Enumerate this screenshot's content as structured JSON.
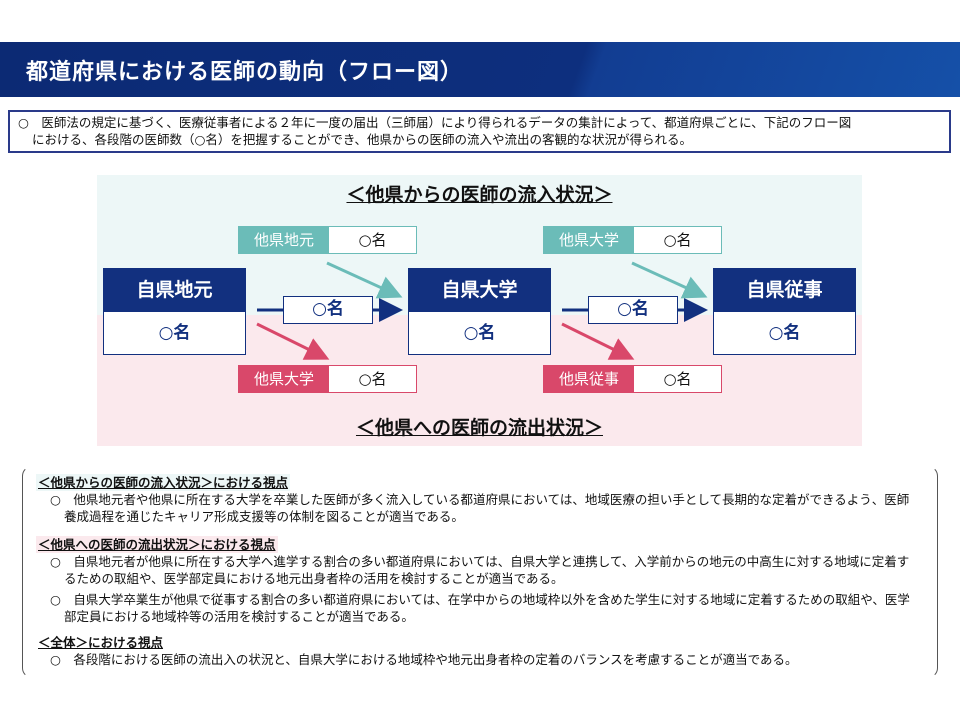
{
  "header": {
    "title": "都道府県における医師の動向（フロー図）"
  },
  "intro": {
    "line1": "○　医師法の規定に基づく、医療従事者による２年に一度の届出（三師届）により得られるデータの集計によって、都道府県ごとに、下記のフロー図",
    "line2": "における、各段階の医師数（○名）を把握することができ、他県からの医師の流入や流出の客観的な状況が得られる。"
  },
  "diagram": {
    "inflow_title": "＜他県からの医師の流入状況＞",
    "outflow_title": "＜他県への医師の流出状況＞",
    "nodes": [
      {
        "label": "自県地元",
        "value": "○名"
      },
      {
        "label": "自県大学",
        "value": "○名"
      },
      {
        "label": "自県従事",
        "value": "○名"
      }
    ],
    "flows": [
      "○名",
      "○名"
    ],
    "inflows": [
      {
        "label": "他県地元",
        "value": "○名"
      },
      {
        "label": "他県大学",
        "value": "○名"
      }
    ],
    "outflows": [
      {
        "label": "他県大学",
        "value": "○名"
      },
      {
        "label": "他県従事",
        "value": "○名"
      }
    ],
    "colors": {
      "navy": "#12307f",
      "teal": "#6bbcb8",
      "pink": "#d9486a"
    }
  },
  "viewpoints": {
    "inflow": {
      "heading": "＜他県からの医師の流入状況＞における視点",
      "items": [
        "○　他県地元者や他県に所在する大学を卒業した医師が多く流入している都道府県においては、地域医療の担い手として長期的な定着ができるよう、医師養成過程を通じたキャリア形成支援等の体制を図ることが適当である。"
      ]
    },
    "outflow": {
      "heading": "＜他県への医師の流出状況＞における視点",
      "items": [
        "○　自県地元者が他県に所在する大学へ進学する割合の多い都道府県においては、自県大学と連携して、入学前からの地元の中高生に対する地域に定着するための取組や、医学部定員における地元出身者枠の活用を検討することが適当である。",
        "○　自県大学卒業生が他県で従事する割合の多い都道府県においては、在学中からの地域枠以外を含めた学生に対する地域に定着するための取組や、医学部定員における地域枠等の活用を検討することが適当である。"
      ]
    },
    "overall": {
      "heading": "＜全体＞における視点",
      "items": [
        "○　各段階における医師の流出入の状況と、自県大学における地域枠や地元出身者枠の定着のバランスを考慮することが適当である。"
      ]
    }
  }
}
